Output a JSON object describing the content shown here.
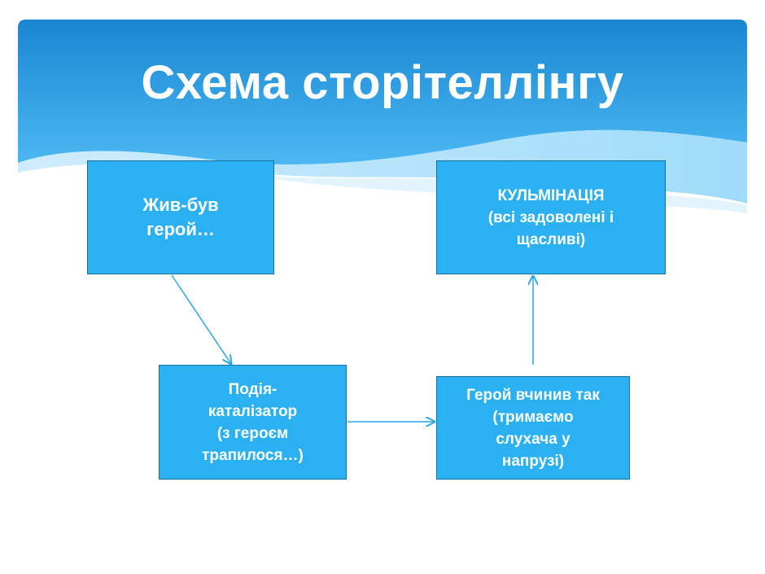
{
  "slide": {
    "title": "Схема сторітеллінгу"
  },
  "nodes": {
    "hero": "Жив-був\nгерой…",
    "climax": "КУЛЬМІНАЦІЯ\n(всі задоволені і\nщасливі)",
    "catalyst": "Подія-\nкаталізатор\n(з героєм\nтрапилося…)",
    "action": "Герой вчинив так\n(тримаємо\nслухача у\nнапрузі)"
  },
  "colors": {
    "header_dark": "#1e8ed6",
    "header_light": "#63c6f7",
    "box_fill": "#2bb0f1",
    "box_border": "#1a6e9e",
    "arrow": "#2aa6e6",
    "text": "#ffffff"
  }
}
